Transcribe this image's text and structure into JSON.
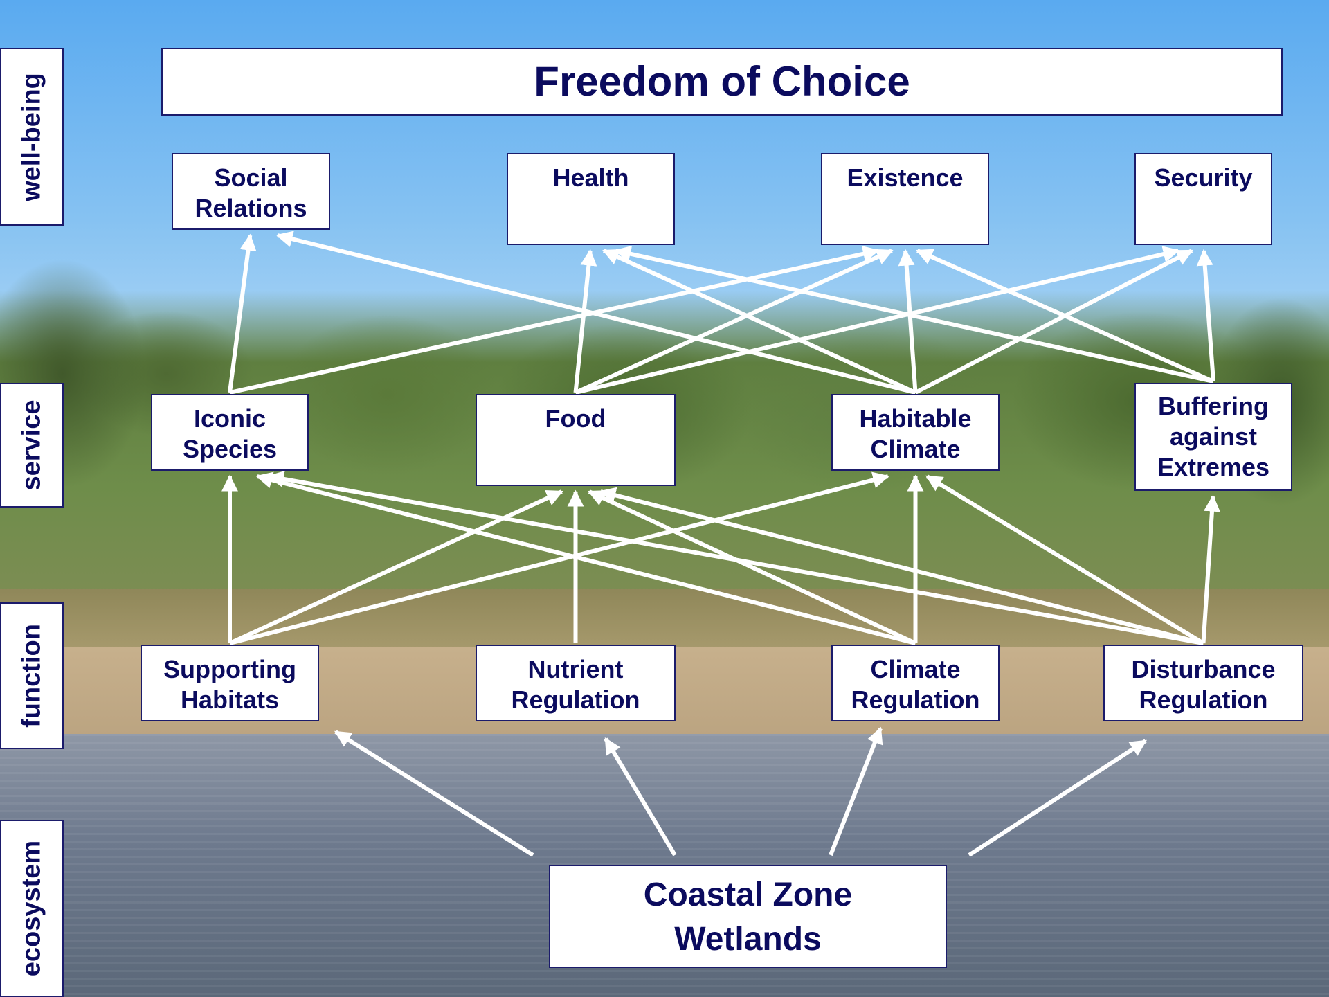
{
  "title": "Freedom of Choice",
  "levels": [
    "well-being",
    "service",
    "function",
    "ecosystem"
  ],
  "nodes": {
    "wellbeing": [
      {
        "id": "social-relations",
        "lines": [
          "Social",
          "Relations"
        ]
      },
      {
        "id": "health",
        "lines": [
          "Health"
        ]
      },
      {
        "id": "existence",
        "lines": [
          "Existence"
        ]
      },
      {
        "id": "security",
        "lines": [
          "Security"
        ]
      }
    ],
    "service": [
      {
        "id": "iconic-species",
        "lines": [
          "Iconic",
          "Species"
        ]
      },
      {
        "id": "food",
        "lines": [
          "Food"
        ]
      },
      {
        "id": "habitable-climate",
        "lines": [
          "Habitable",
          "Climate"
        ]
      },
      {
        "id": "buffering-against-extremes",
        "lines": [
          "Buffering",
          "against",
          "Extremes"
        ]
      }
    ],
    "function": [
      {
        "id": "supporting-habitats",
        "lines": [
          "Supporting",
          "Habitats"
        ]
      },
      {
        "id": "nutrient-regulation",
        "lines": [
          "Nutrient",
          "Regulation"
        ]
      },
      {
        "id": "climate-regulation",
        "lines": [
          "Climate",
          "Regulation"
        ]
      },
      {
        "id": "disturbance-regulation",
        "lines": [
          "Disturbance",
          "Regulation"
        ]
      }
    ],
    "ecosystem": {
      "id": "coastal-zone-wetlands",
      "lines": [
        "Coastal Zone",
        "Wetlands"
      ]
    }
  },
  "edges": [
    {
      "from": "coastal-zone-wetlands",
      "to": "supporting-habitats"
    },
    {
      "from": "coastal-zone-wetlands",
      "to": "nutrient-regulation"
    },
    {
      "from": "coastal-zone-wetlands",
      "to": "climate-regulation"
    },
    {
      "from": "coastal-zone-wetlands",
      "to": "disturbance-regulation"
    },
    {
      "from": "supporting-habitats",
      "to": "iconic-species"
    },
    {
      "from": "supporting-habitats",
      "to": "food"
    },
    {
      "from": "supporting-habitats",
      "to": "habitable-climate"
    },
    {
      "from": "nutrient-regulation",
      "to": "food"
    },
    {
      "from": "climate-regulation",
      "to": "iconic-species"
    },
    {
      "from": "climate-regulation",
      "to": "food"
    },
    {
      "from": "climate-regulation",
      "to": "habitable-climate"
    },
    {
      "from": "disturbance-regulation",
      "to": "iconic-species"
    },
    {
      "from": "disturbance-regulation",
      "to": "food"
    },
    {
      "from": "disturbance-regulation",
      "to": "habitable-climate"
    },
    {
      "from": "disturbance-regulation",
      "to": "buffering-against-extremes"
    },
    {
      "from": "iconic-species",
      "to": "social-relations"
    },
    {
      "from": "iconic-species",
      "to": "existence"
    },
    {
      "from": "food",
      "to": "health"
    },
    {
      "from": "food",
      "to": "existence"
    },
    {
      "from": "food",
      "to": "security"
    },
    {
      "from": "habitable-climate",
      "to": "social-relations"
    },
    {
      "from": "habitable-climate",
      "to": "health"
    },
    {
      "from": "habitable-climate",
      "to": "existence"
    },
    {
      "from": "habitable-climate",
      "to": "security"
    },
    {
      "from": "buffering-against-extremes",
      "to": "health"
    },
    {
      "from": "buffering-against-extremes",
      "to": "existence"
    },
    {
      "from": "buffering-against-extremes",
      "to": "security"
    }
  ]
}
